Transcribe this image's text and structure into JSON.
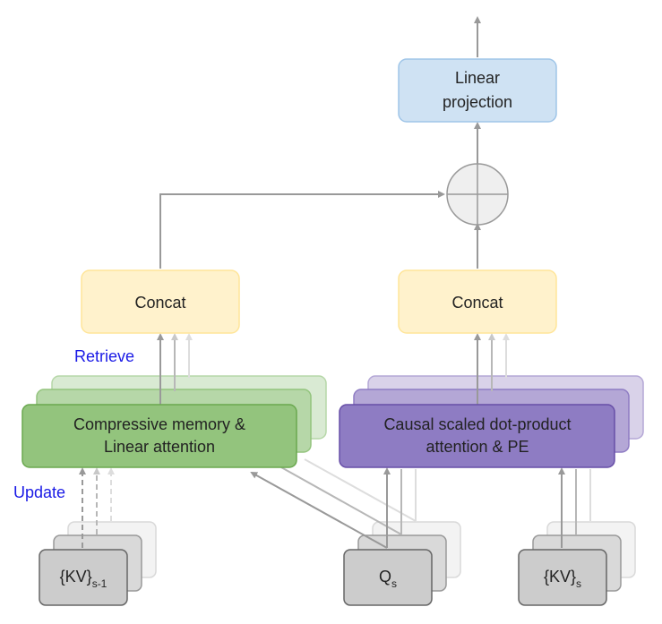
{
  "nodes": {
    "linear_projection": {
      "line1": "Linear",
      "line2": "projection"
    },
    "concat_left": "Concat",
    "concat_right": "Concat",
    "compressive_memory": {
      "line1": "Compressive memory &",
      "line2": "Linear attention"
    },
    "causal_attention": {
      "line1": "Causal scaled dot-product",
      "line2": "attention & PE"
    },
    "kv_prev": {
      "base": "{KV}",
      "subscript": "s-1"
    },
    "query": {
      "base": "Q",
      "subscript": "s"
    },
    "kv_curr": {
      "base": "{KV}",
      "subscript": "s"
    }
  },
  "edge_labels": {
    "retrieve": "Retrieve",
    "update": "Update"
  },
  "colors": {
    "blue_fill": "#cfe2f3",
    "blue_stroke": "#9fc5e8",
    "yellow_fill": "#fff2cc",
    "yellow_stroke": "#ffe599",
    "green_fill": "#93c47d",
    "green_stroke": "#6aa84f",
    "purple_fill": "#8e7cc3",
    "purple_stroke": "#674ea7",
    "gray_fill": "#cccccc",
    "gray_stroke": "#666666",
    "arrow": "#999999",
    "label_blue": "#1a1ae6"
  }
}
